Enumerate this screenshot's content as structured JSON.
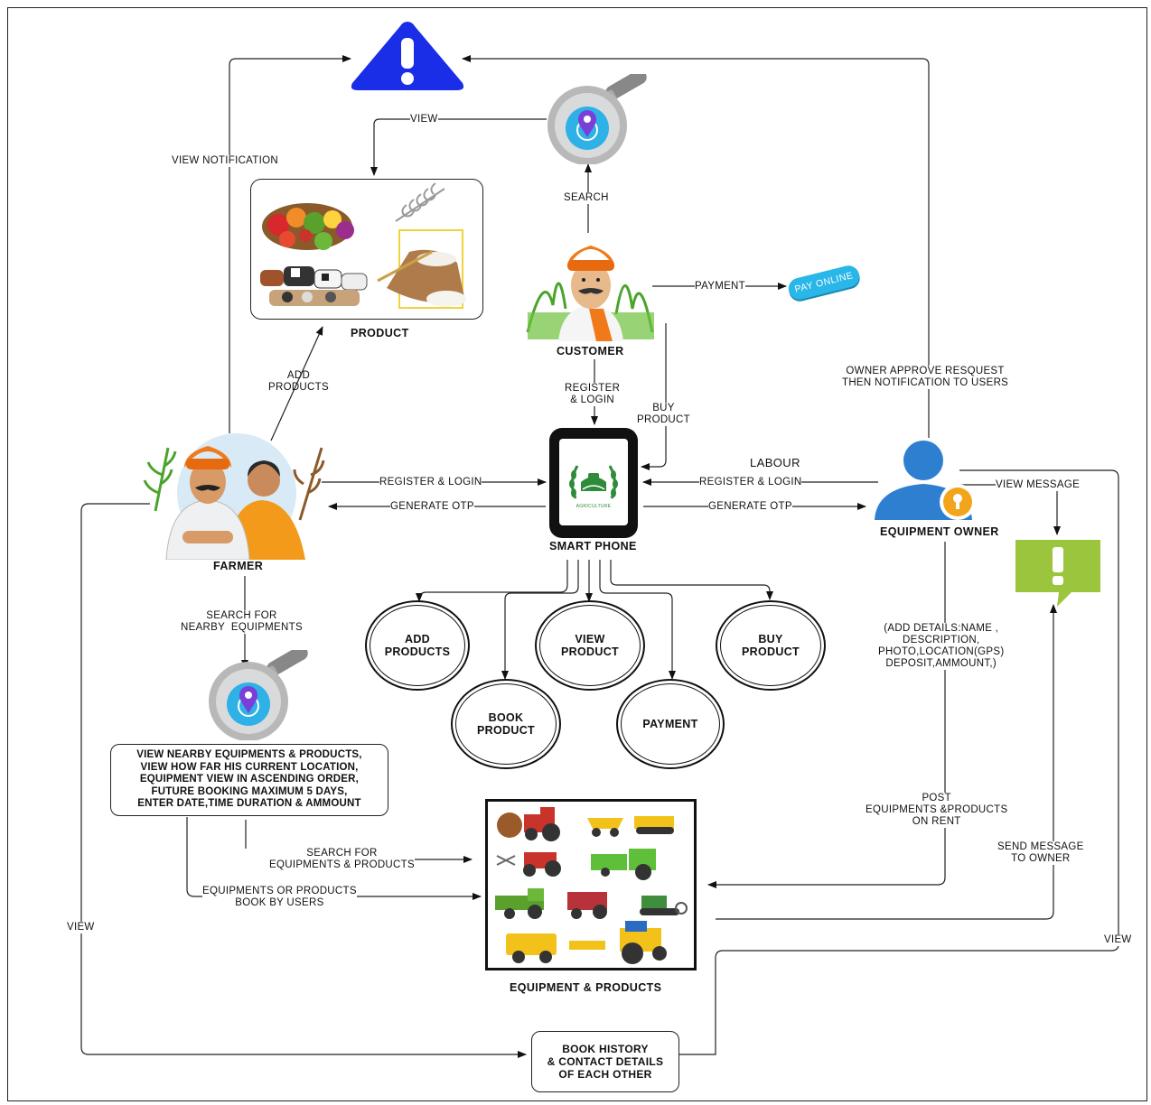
{
  "nodes": {
    "warning": "!",
    "product": "PRODUCT",
    "customer": "CUSTOMER",
    "pay_online": "PAY ONLINE",
    "smart_phone": "SMART PHONE",
    "phone_logo_text": "AGRICULTURE",
    "farmer": "FARMER",
    "labour": "LABOUR",
    "equipment_owner": "EQUIPMENT OWNER",
    "message_icon": "!",
    "equipment_products": "EQUIPMENT & PRODUCTS"
  },
  "actions": {
    "add_products": "ADD\nPRODUCTS",
    "view_product": "VIEW\nPRODUCT",
    "buy_product": "BUY\nPRODUCT",
    "book_product": "BOOK\nPRODUCT",
    "payment": "PAYMENT"
  },
  "boxes": {
    "farmer_features": [
      "VIEW NEARBY EQUIPMENTS & PRODUCTS,",
      "VIEW HOW FAR HIS CURRENT LOCATION,",
      "EQUIPMENT VIEW IN ASCENDING ORDER,",
      "FUTURE BOOKING MAXIMUM 5 DAYS,",
      "ENTER DATE,TIME DURATION & AMMOUNT"
    ],
    "book_history": [
      "BOOK HISTORY",
      "& CONTACT DETAILS",
      "OF EACH OTHER"
    ]
  },
  "edges": {
    "view_notification": "VIEW NOTIFICATION",
    "view_top": "VIEW",
    "search": "SEARCH",
    "payment": "PAYMENT",
    "add_products": [
      "ADD",
      "PRODUCTS"
    ],
    "register_login_customer": [
      "REGISTER",
      "& LOGIN"
    ],
    "buy_product": [
      "BUY",
      "PRODUCT"
    ],
    "owner_approve": [
      "OWNER APPROVE RESQUEST",
      "THEN NOTIFICATION TO USERS"
    ],
    "register_login_farmer": "REGISTER & LOGIN",
    "generate_otp_farmer": "GENERATE OTP",
    "register_login_owner": "REGISTER & LOGIN",
    "generate_otp_owner": "GENERATE OTP",
    "view_message": "VIEW MESSAGE",
    "search_nearby": [
      "SEARCH FOR",
      "NEARBY  EQUIPMENTS"
    ],
    "add_details": [
      "(ADD DETAILS:NAME ,",
      "DESCRIPTION,",
      "PHOTO,LOCATION(GPS)",
      "DEPOSIT,AMMOUNT,)"
    ],
    "search_equipments": [
      "SEARCH FOR",
      "EQUIPMENTS & PRODUCTS"
    ],
    "book_by_users": [
      "EQUIPMENTS OR PRODUCTS",
      "BOOK BY USERS"
    ],
    "post_on_rent": [
      "POST",
      "EQUIPMENTS &PRODUCTS",
      "ON RENT"
    ],
    "send_message": [
      "SEND MESSAGE",
      "TO OWNER"
    ],
    "view_left": "VIEW",
    "view_right": "VIEW"
  },
  "colors": {
    "warning_blue": "#1a2ee8",
    "pin_purple": "#7a3fd8",
    "message_green": "#9bc53d",
    "owner_blue": "#2f7fd0",
    "key_orange": "#f2a51a",
    "turban_orange": "#f07a1a",
    "pay_cyan": "#29b6e8"
  }
}
